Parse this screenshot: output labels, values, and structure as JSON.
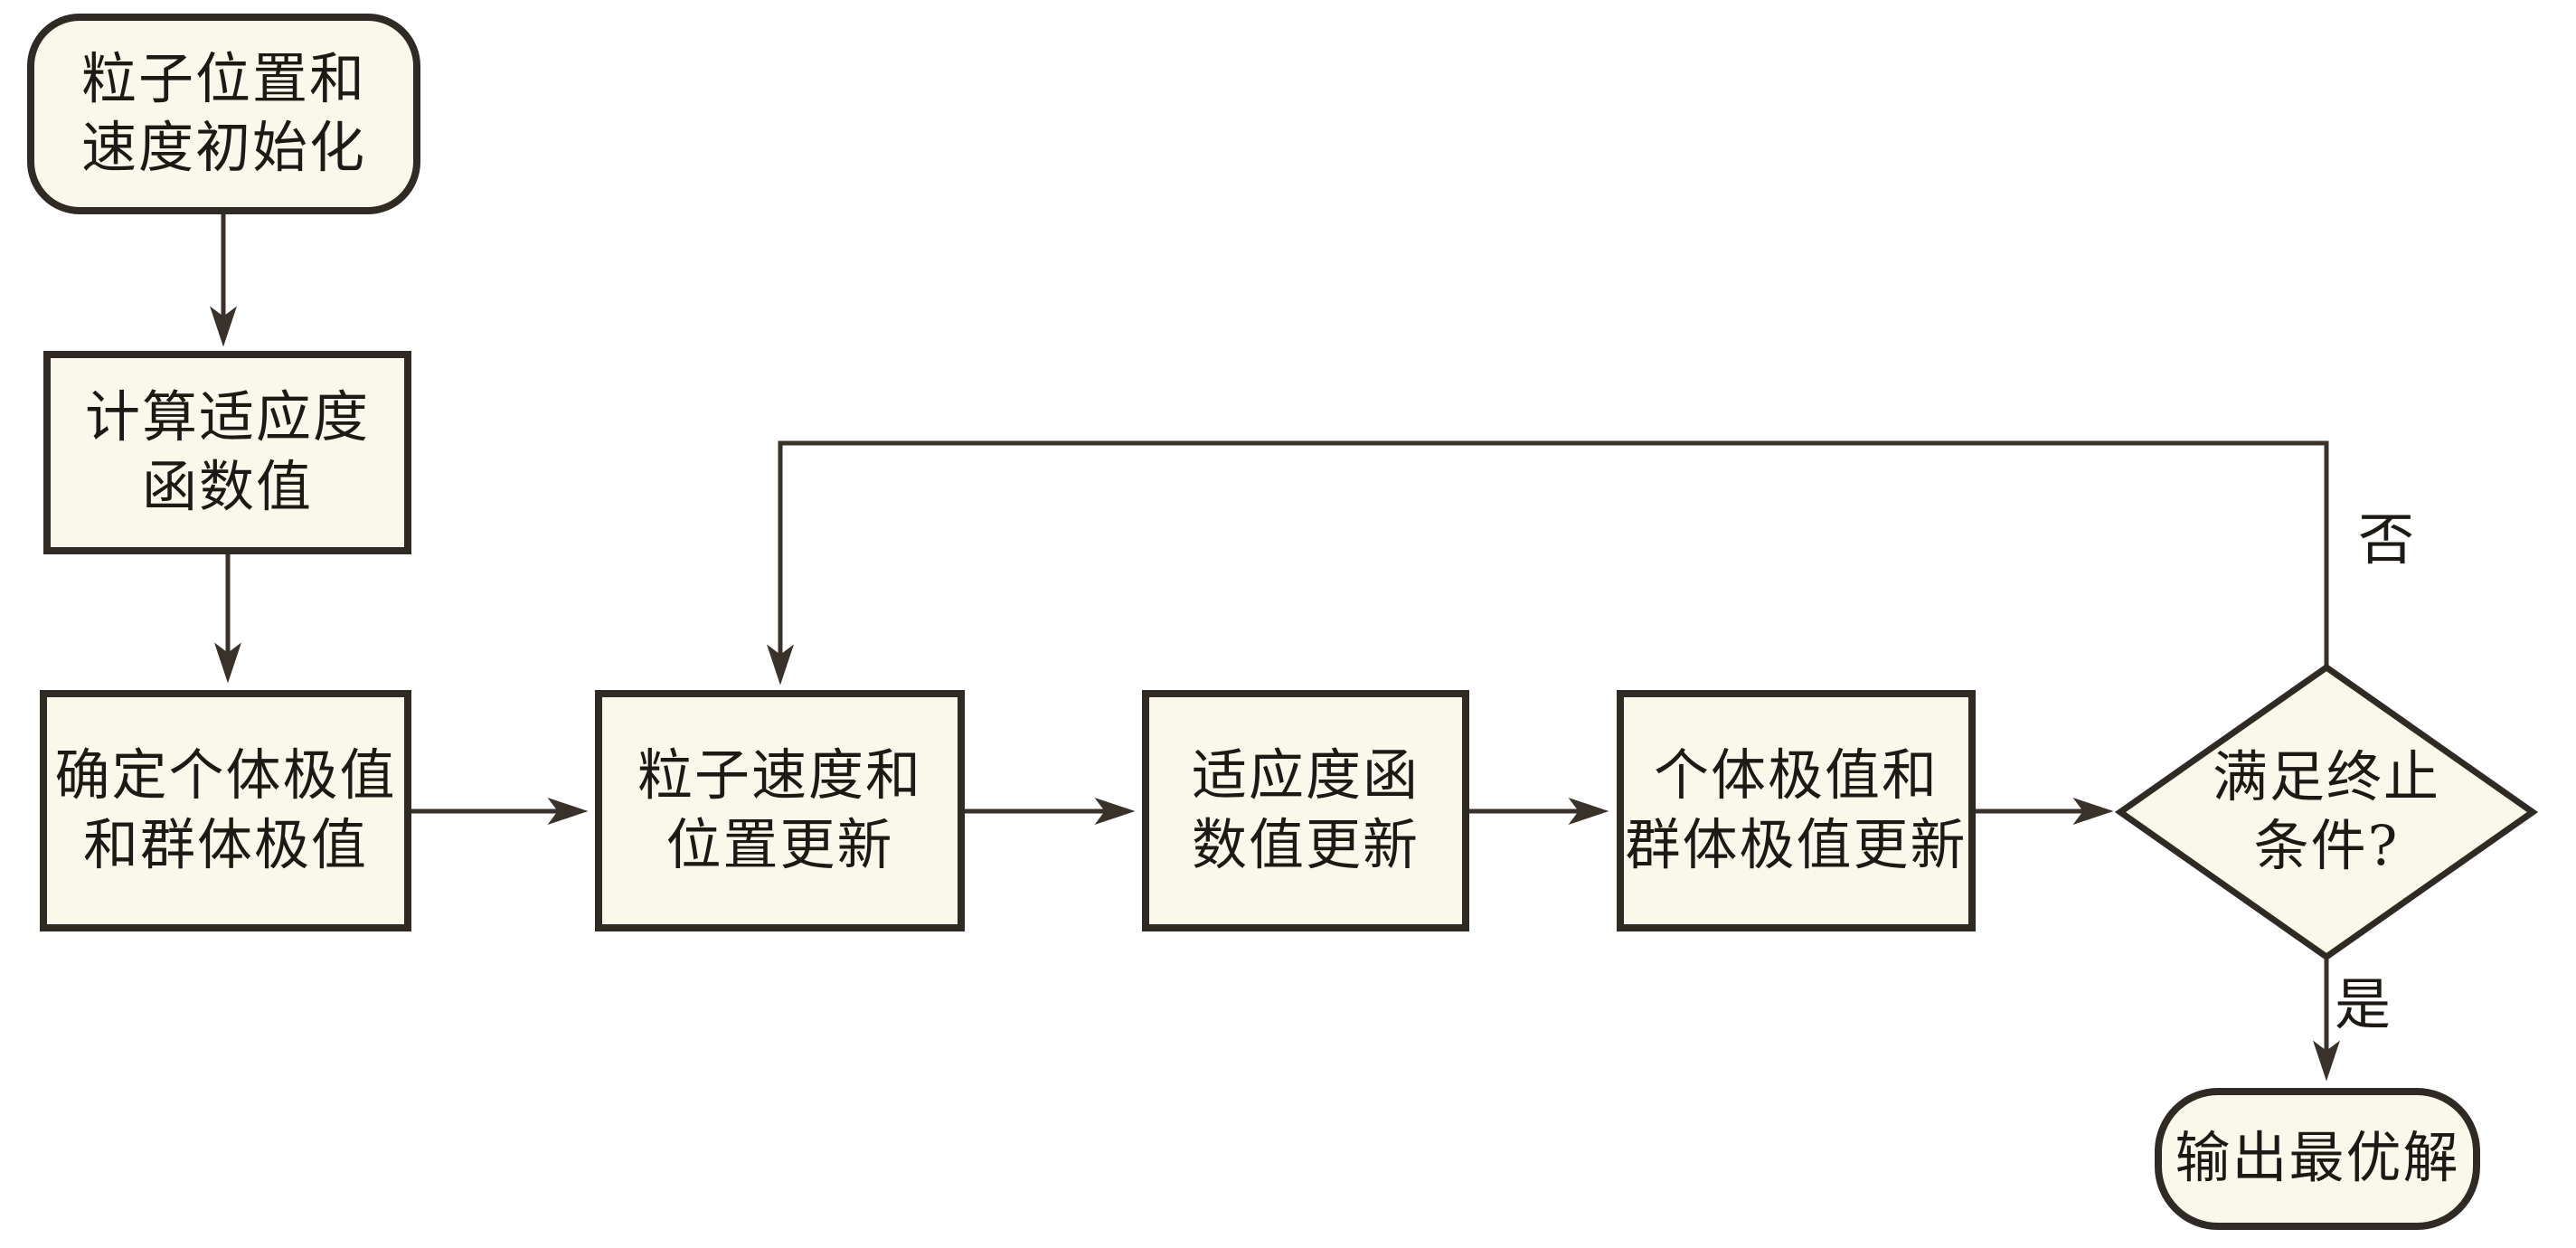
{
  "flowchart": {
    "nodes": {
      "init": {
        "shape": "stadium",
        "lines": [
          "粒子位置和",
          "速度初始化"
        ]
      },
      "calc_fitness": {
        "shape": "rect",
        "lines": [
          "计算适应度",
          "函数值"
        ]
      },
      "determine": {
        "shape": "rect",
        "lines": [
          "确定个体极值",
          "和群体极值"
        ]
      },
      "update_vp": {
        "shape": "rect",
        "lines": [
          "粒子速度和",
          "位置更新"
        ]
      },
      "update_fitness": {
        "shape": "rect",
        "lines": [
          "适应度函",
          "数值更新"
        ]
      },
      "update_extremes": {
        "shape": "rect",
        "lines": [
          "个体极值和",
          "群体极值更新"
        ]
      },
      "condition": {
        "shape": "diamond",
        "lines": [
          "满足终止",
          "条件?"
        ]
      },
      "output": {
        "shape": "stadium",
        "lines": [
          "输出最优解"
        ]
      }
    },
    "edge_labels": {
      "no": "否",
      "yes": "是"
    },
    "colors": {
      "background": "#ffffff",
      "node_fill": "#faf8ea",
      "node_border": "#2f2a24",
      "connector": "#38322a",
      "text": "#1d1a16"
    }
  }
}
